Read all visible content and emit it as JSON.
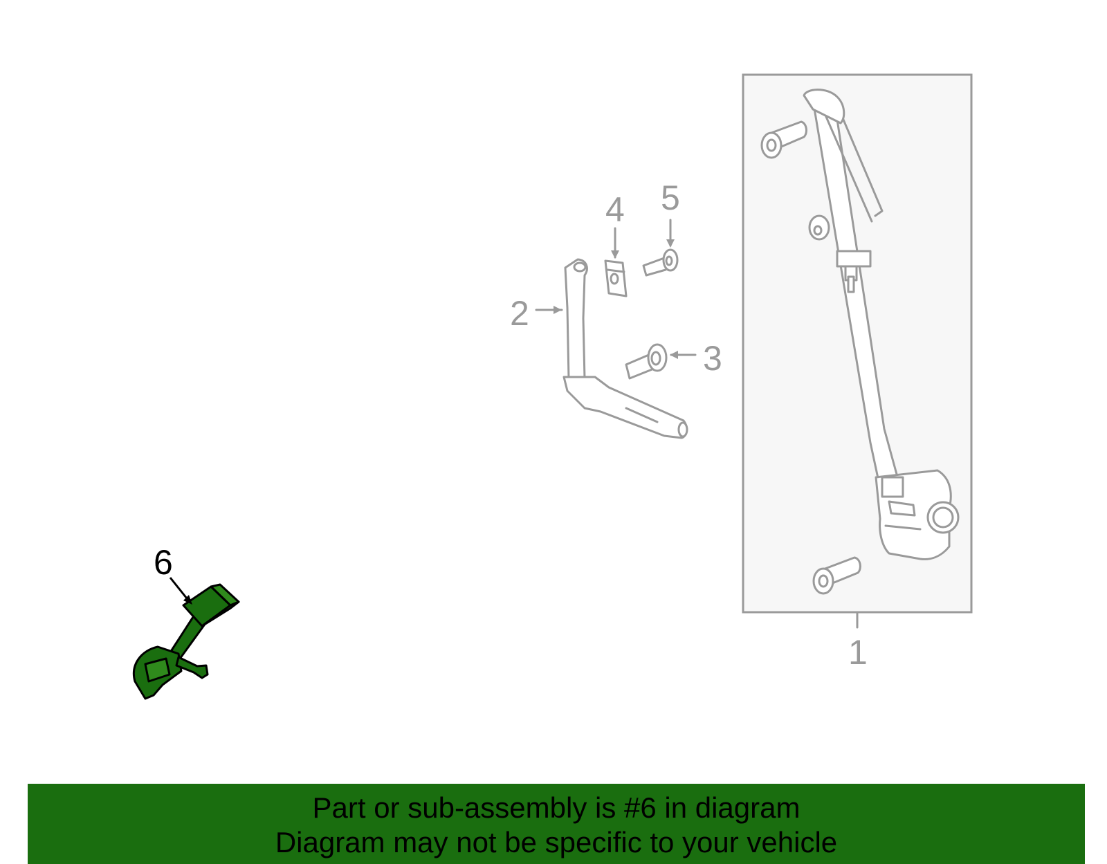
{
  "callouts": {
    "c1": "1",
    "c2": "2",
    "c3": "3",
    "c4": "4",
    "c5": "5",
    "c6": "6"
  },
  "banner": {
    "line1": "Part or sub-assembly is #6 in diagram",
    "line2": "Diagram may not be specific to your vehicle"
  },
  "colors": {
    "highlight": "#1a6e0f",
    "line_art": "#9a9a9a",
    "assembly_box_fill": "#f7f7f7"
  }
}
